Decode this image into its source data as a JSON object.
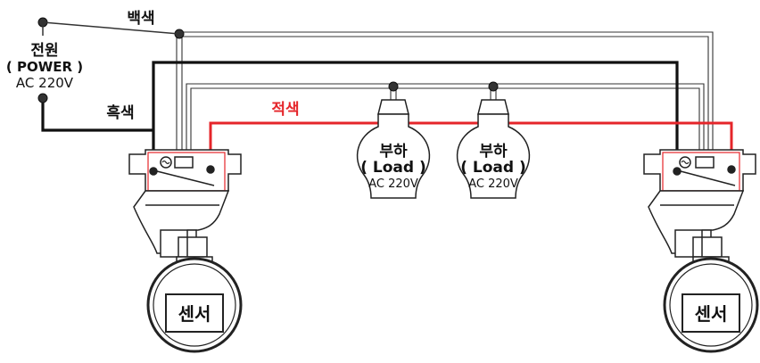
{
  "labels": {
    "white_wire": "백색",
    "black_wire": "흑색",
    "red_wire": "적색",
    "power_title": "전원",
    "power_sub": "( POWER )",
    "power_voltage": "AC 220V"
  },
  "loads": [
    {
      "title": "부하",
      "sub": "( Load )",
      "voltage": "AC 220V"
    },
    {
      "title": "부하",
      "sub": "( Load )",
      "voltage": "AC 220V"
    }
  ],
  "sensors": [
    {
      "label": "센서"
    },
    {
      "label": "센서"
    }
  ],
  "colors": {
    "black_wire": "#111111",
    "red_wire": "#e5252a",
    "white_wire_outline": "#333333"
  }
}
